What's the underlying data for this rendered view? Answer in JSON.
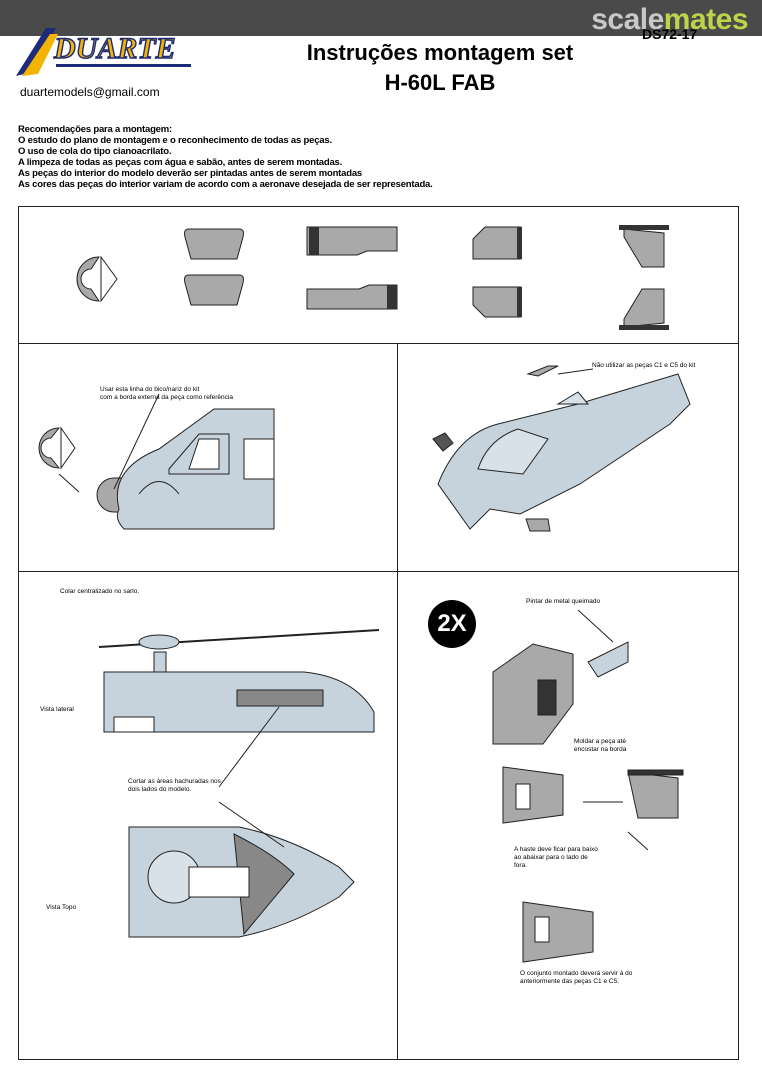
{
  "site": {
    "logo_part1": "scale",
    "logo_part2": "mates"
  },
  "brand": {
    "logo": "DUARTE",
    "email": "duartemodels@gmail.com"
  },
  "header": {
    "code": "DS72-17",
    "title_line1": "Instruções montagem set",
    "title_line2": "H-60L FAB"
  },
  "recommendations": [
    "Recomendações para a montagem:",
    "O estudo do plano de montagem e o reconhecimento de todas as peças.",
    "O uso de cola do tipo cianoacrilato.",
    "A limpeza de todas as peças com água e sabão, antes de serem montadas.",
    "As peças do interior do modelo deverão ser pintadas antes de serem montadas",
    "As cores das peças do interior variam de acordo com a aeronave desejada de ser representada."
  ],
  "notes": {
    "nose_line1": "Usar esta linha do bico/nariz do kit",
    "nose_line2": "com a borda externa da peça como referência",
    "no_use": "Não utilizar as peças C1 e C5 do kit",
    "cut_center": "Colar centralizado no sarlo.",
    "side_view": "Vista lateral",
    "cut_line1": "Cortar as áreas hachuradas nos",
    "cut_line2": "dois lados do modelo.",
    "top_view": "Vista Topo",
    "metal_line": "Pintar de metal queimado",
    "dry_line1": "Moldar a peça até",
    "dry_line2": "encostar na borda",
    "part_line1": "A haste deve ficar para baixo",
    "part_line2": "ao abaixar para o lado de",
    "part_line3": "fora.",
    "final_line1": "O conjunto montado deverá servir à do",
    "final_line2": "anteriormente das peças C1 e C5."
  },
  "badge": "2X",
  "colors": {
    "part_gray": "#a9a9a9",
    "fuselage": "#c6d3dc",
    "dark": "#333333",
    "site_bar": "#4a4a4a",
    "site_accent": "#bcd44a"
  }
}
